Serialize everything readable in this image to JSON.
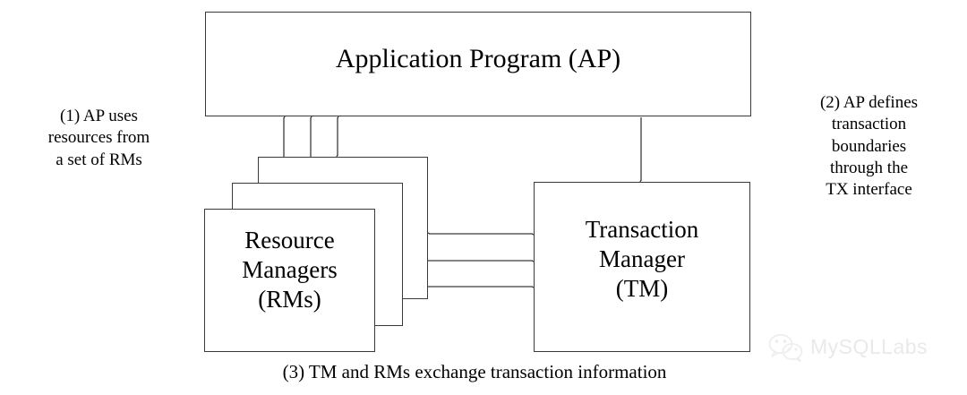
{
  "diagram": {
    "title_alt": "X/Open DTP model",
    "nodes": [
      {
        "id": "ap",
        "label": "Application Program (AP)"
      },
      {
        "id": "rm",
        "label": "Resource\nManagers\n(RMs)"
      },
      {
        "id": "tm",
        "label": "Transaction\nManager\n(TM)"
      }
    ],
    "notes": {
      "left": "(1) AP uses\nresources from\na set of RMs",
      "right": "(2) AP defines\ntransaction\nboundaries\nthrough the\nTX interface",
      "bottom": "(3) TM and RMs exchange transaction information"
    },
    "edges": [
      {
        "id": "ap-rm-front",
        "from": "ap",
        "to": "rm-front",
        "style": "double-arrow",
        "orientation": "vertical"
      },
      {
        "id": "ap-rm-mid",
        "from": "ap",
        "to": "rm-mid",
        "style": "double-arrow",
        "orientation": "vertical"
      },
      {
        "id": "ap-rm-back",
        "from": "ap",
        "to": "rm-back",
        "style": "double-arrow",
        "orientation": "vertical"
      },
      {
        "id": "ap-tm",
        "from": "ap",
        "to": "tm",
        "style": "single-arrow",
        "orientation": "vertical"
      },
      {
        "id": "rm-back-tm",
        "from": "rm-back",
        "to": "tm",
        "style": "double-arrow",
        "orientation": "horizontal"
      },
      {
        "id": "rm-mid-tm",
        "from": "rm-mid",
        "to": "tm",
        "style": "double-arrow",
        "orientation": "horizontal"
      },
      {
        "id": "rm-front-tm",
        "from": "rm-front",
        "to": "tm",
        "style": "double-arrow",
        "orientation": "horizontal"
      }
    ],
    "colors": {
      "background": "#ffffff",
      "stroke": "#3a3a3a",
      "text": "#000000",
      "watermark": "#b9b9b9"
    }
  },
  "watermark": {
    "label": "MySQLLabs",
    "icon": "wechat-icon"
  }
}
